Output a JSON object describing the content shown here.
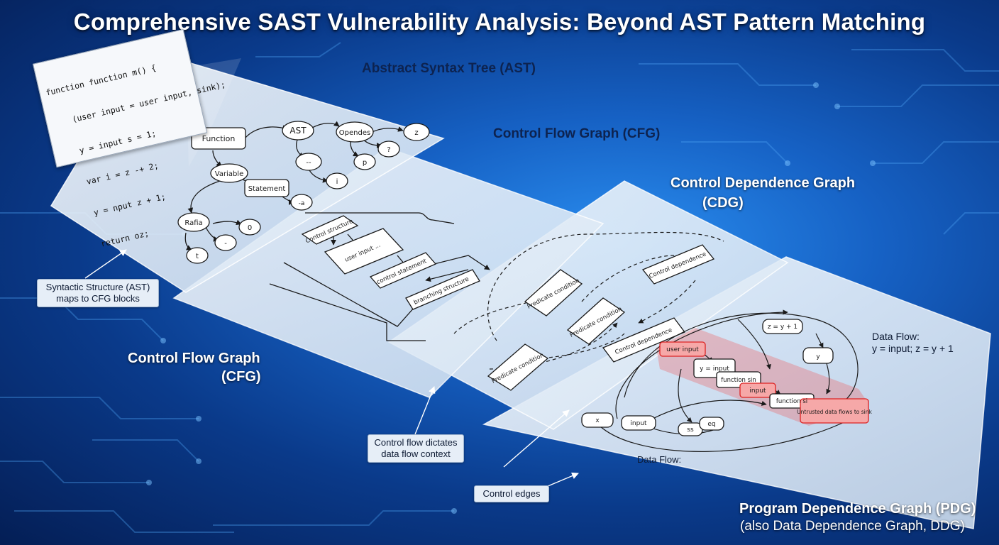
{
  "title": "Comprehensive SAST Vulnerability Analysis: Beyond AST Pattern Matching",
  "labels": {
    "ast": "Abstract Syntax Tree (AST)",
    "cfg_top": "Control Flow Graph (CFG)",
    "cdg_line1": "Control Dependence Graph",
    "cdg_line2": "(CDG)",
    "cfg_left_line1": "Control Flow Graph",
    "cfg_left_line2": "(CFG)",
    "pdg_line1": "Program Dependence Graph (PDG)",
    "pdg_line2": "(also Data Dependence Graph, DDG)"
  },
  "code_lines": [
    "function function m() {",
    "    (user input = user input, sink);",
    "    y = input s = 1;",
    "    var i = z -+ 2;",
    "    y = nput z + 1;",
    "    return oz;",
    "",
    "}"
  ],
  "ast_nodes": {
    "function": "Function",
    "ast": "AST",
    "operators": "Opendes",
    "variable": "Variable",
    "statement": "Statement",
    "node_a": "--",
    "node_b": "i",
    "node_c": "p",
    "node_d": "?",
    "node_e": "z",
    "node_f": "-a",
    "node_g": "Rafia",
    "node_h": "t",
    "node_i": "-",
    "node_j": "0"
  },
  "cfg_nodes": {
    "b1": "Control structure",
    "b2": "user input ...",
    "b3": "control statement",
    "b4": "branching structure"
  },
  "cdg_nodes": {
    "p1": "Predicate condition",
    "p2": "Predicate condition",
    "p3": "Predicate condition",
    "c1": "Control dependence",
    "c2": "Control dependence"
  },
  "pdg_nodes": {
    "n1": "z = y + 1",
    "n2": "user input",
    "n3": "y = input",
    "n4": "function sin",
    "n5": "input",
    "n6": "function si",
    "n7": "Untrusted data flows to sink",
    "n8": "y",
    "n9": "x",
    "n10": "input",
    "n11": "ss",
    "n12": "eq"
  },
  "notes": {
    "data_flow_title": "Data Flow:",
    "data_flow_expr": "y = input; z = y + 1",
    "data_flow_bottom": "Data Flow:"
  },
  "callouts": {
    "syntactic_line1": "Syntactic Structure (AST)",
    "syntactic_line2": "maps to CFG blocks",
    "control_flow_line1": "Control flow dictates",
    "control_flow_line2": "data flow context",
    "control_edges": "Control edges"
  },
  "colors": {
    "background_center": "#2a8ef0",
    "background_edge": "#041e55",
    "plane_fill": "#e8f0f8",
    "taint_highlight": "#f05a5a",
    "label_text": "#ffffff"
  }
}
